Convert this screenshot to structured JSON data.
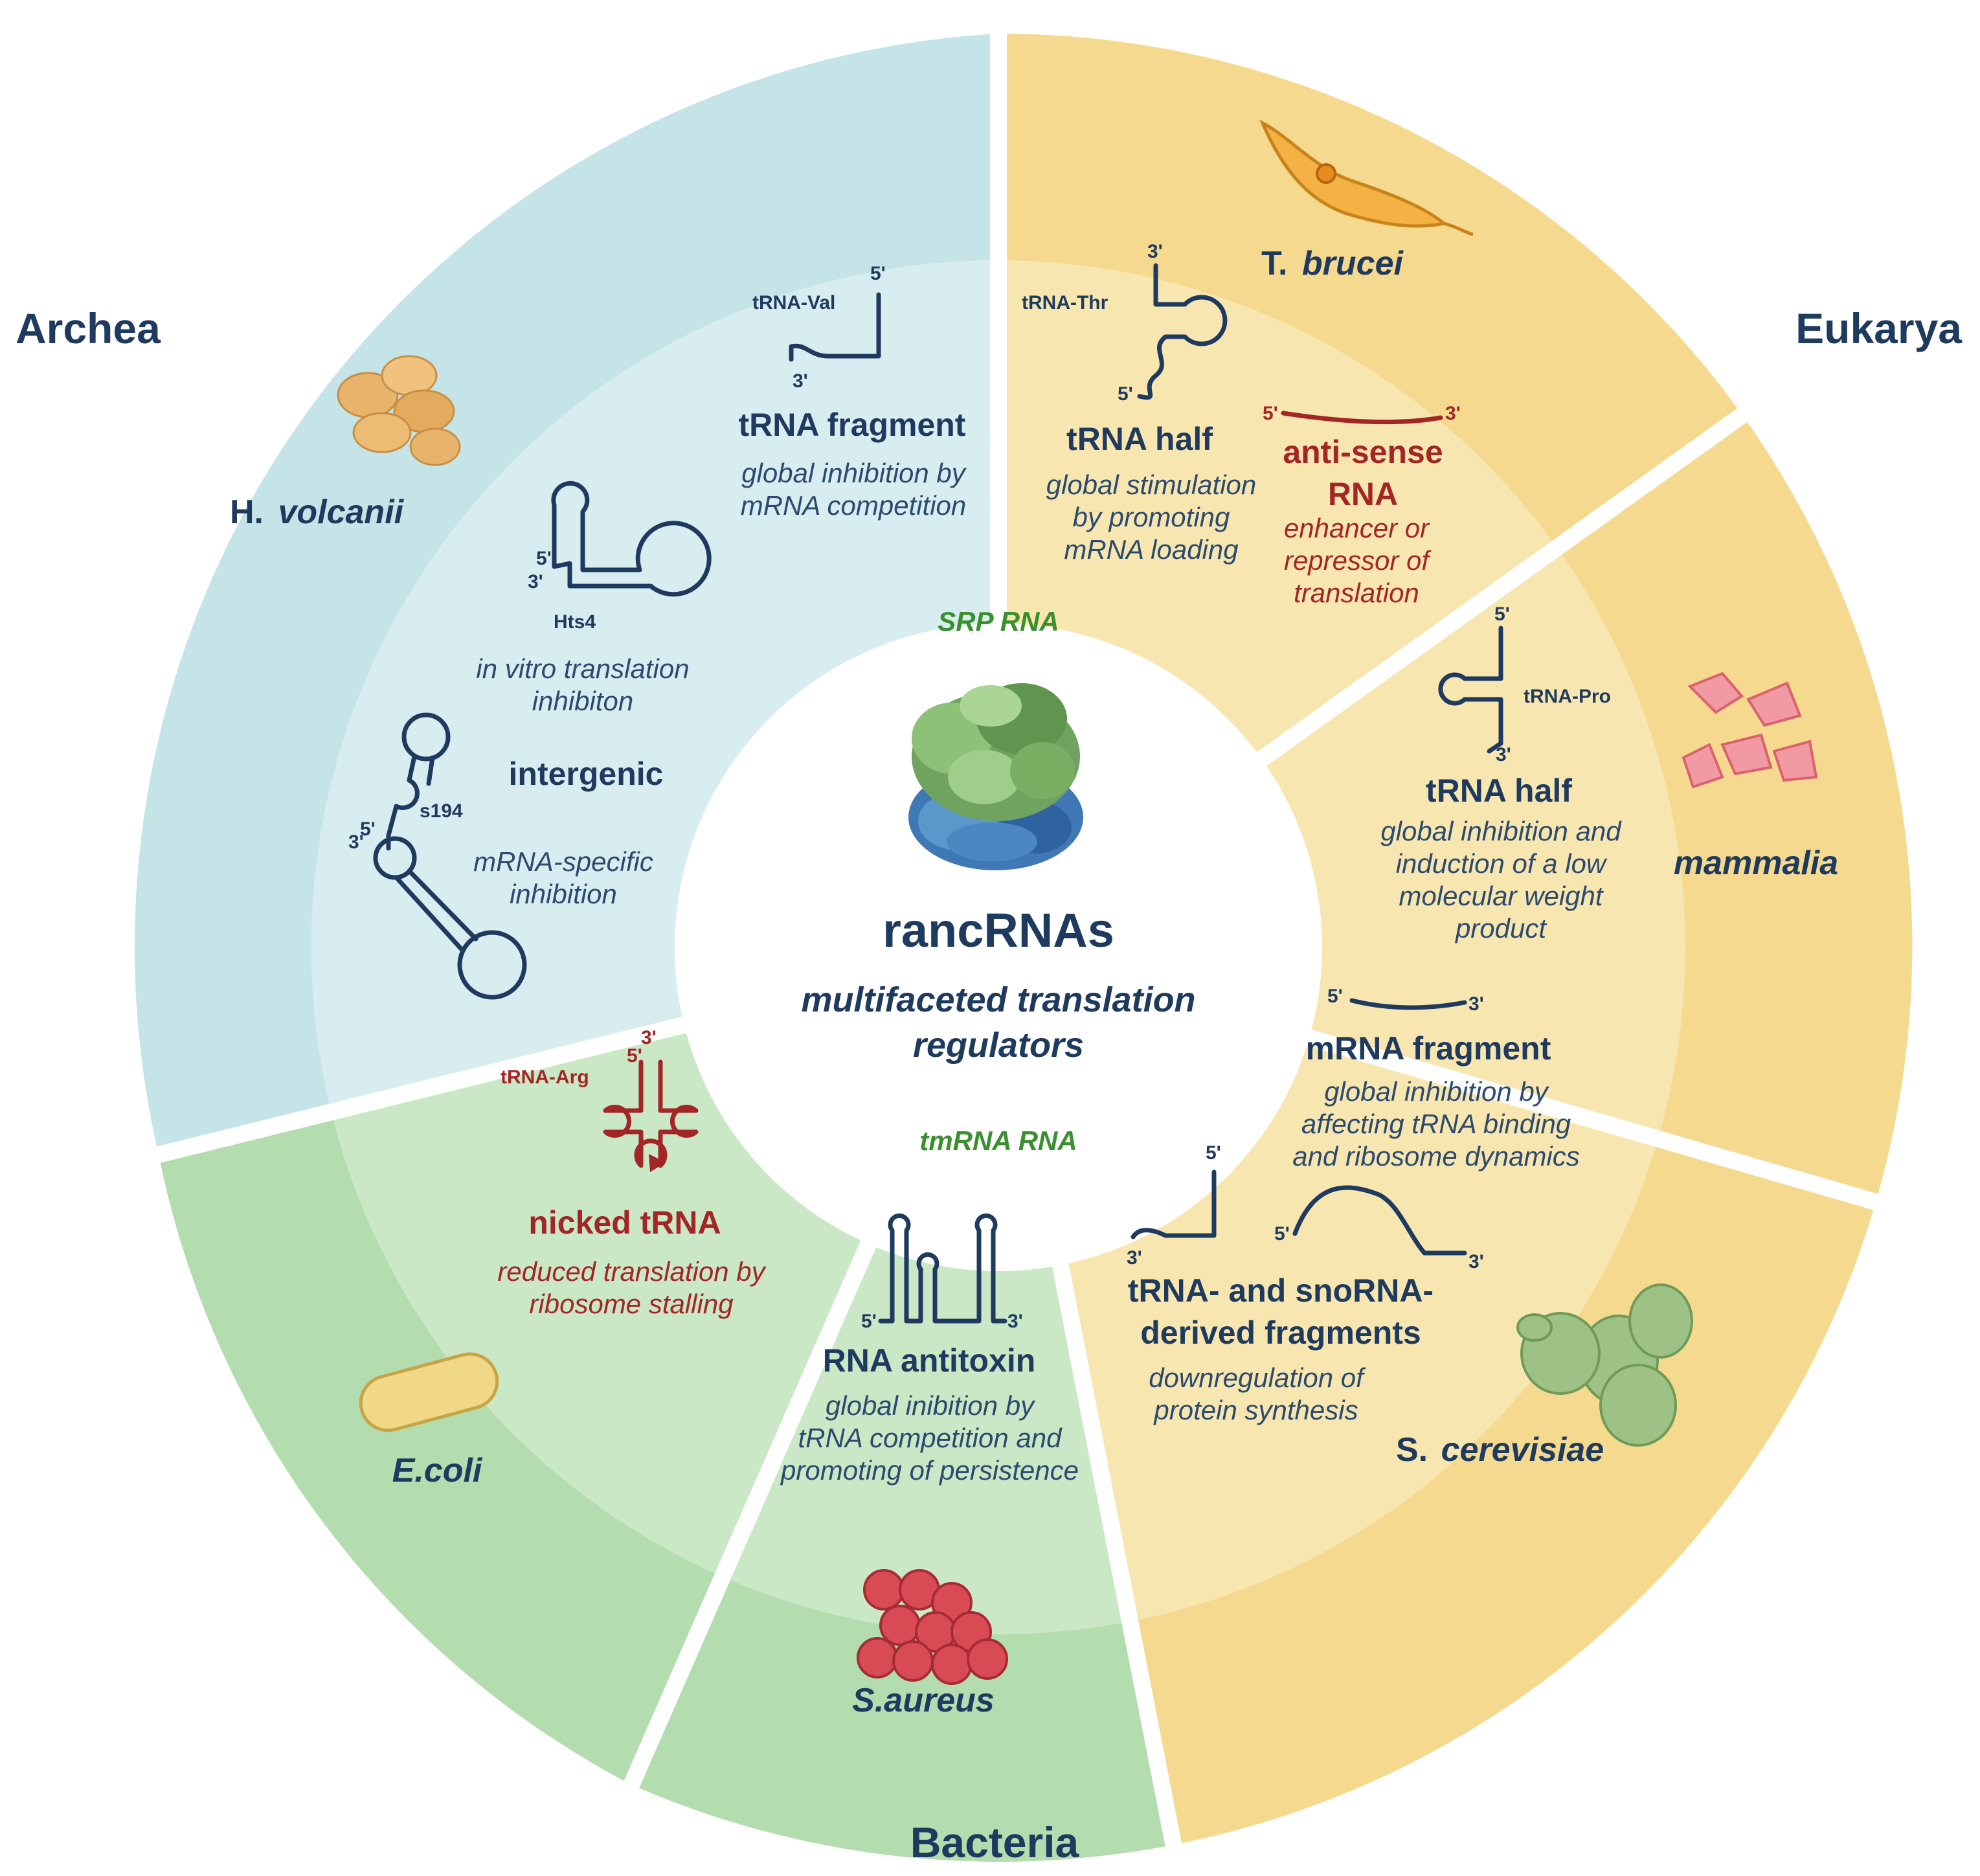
{
  "domains": {
    "archaea": "Archea",
    "eukarya": "Eukarya",
    "bacteria": "Bacteria"
  },
  "organisms": {
    "h_volcanii": {
      "prefix": "H.",
      "name": "volcanii"
    },
    "t_brucei": {
      "prefix": "T.",
      "name": "brucei"
    },
    "mammalia": "mammalia",
    "s_cerevisiae": {
      "prefix": "S.",
      "name": "cerevisiae"
    },
    "s_aureus": "S.aureus",
    "e_coli": "E.coli"
  },
  "center": {
    "title": "rancRNAs",
    "subtitle_line1": "multifaceted translation",
    "subtitle_line2": "regulators",
    "srp_rna": "SRP RNA",
    "tmrna_rna": "tmRNA RNA"
  },
  "items": {
    "trna_val": {
      "tag": "tRNA-Val",
      "five": "5'",
      "three": "3'",
      "heading": "tRNA fragment",
      "desc_line1": "global inhibition by",
      "desc_line2": "mRNA competition"
    },
    "hts4": {
      "tag": "Hts4",
      "five": "5'",
      "three": "3'",
      "desc_line1": "in vitro translation",
      "desc_line2": "inhibiton"
    },
    "s194": {
      "tag": "s194",
      "five": "5'",
      "three": "3'",
      "heading": "intergenic",
      "desc_line1": "mRNA-specific",
      "desc_line2": "inhibition"
    },
    "trna_thr": {
      "tag": "tRNA-Thr",
      "five": "5'",
      "three": "3'",
      "heading": "tRNA half",
      "desc_line1": "global  stimulation",
      "desc_line2": "by promoting",
      "desc_line3": "mRNA loading"
    },
    "antisense": {
      "five": "5'",
      "three": "3'",
      "heading_line1": "anti-sense",
      "heading_line2": "RNA",
      "desc_line1": "enhancer or",
      "desc_line2": "repressor of",
      "desc_line3": "translation"
    },
    "trna_pro": {
      "tag": "tRNA-Pro",
      "five": "5'",
      "three": "3'",
      "heading": "tRNA half",
      "desc_line1": "global inhibition and",
      "desc_line2": "induction of a low",
      "desc_line3": "molecular weight",
      "desc_line4": "product"
    },
    "mrna_fragment": {
      "five": "5'",
      "three": "3'",
      "heading": "mRNA fragment",
      "desc_line1": "global  inhibition  by",
      "desc_line2": "affecting tRNA binding",
      "desc_line3": "and ribosome dynamics"
    },
    "sno_fragments": {
      "five_a": "5'",
      "three_a": "3'",
      "five_b": "5'",
      "three_b": "3'",
      "heading_line1": "tRNA- and snoRNA-",
      "heading_line2": "derived fragments",
      "desc_line1": "downregulation of",
      "desc_line2": "protein synthesis"
    },
    "nicked_trna": {
      "tag": "tRNA-Arg",
      "five": "5'",
      "three": "3'",
      "heading": "nicked tRNA",
      "desc_line1": "reduced translation by",
      "desc_line2": "ribosome stalling"
    },
    "antitoxin": {
      "five": "5'",
      "three": "3'",
      "heading": "RNA antitoxin",
      "desc_line1": "global inibition by",
      "desc_line2": "tRNA competition and",
      "desc_line3": "promoting of persistence"
    }
  },
  "colors": {
    "archaea_outer": "#c5e4e8",
    "archaea_inner": "#d8edf0",
    "eukarya_outer": "#f5d98f",
    "eukarya_inner": "#f8e6b0",
    "bacteria_outer": "#b3dcaf",
    "bacteria_inner": "#cae7c6",
    "text_navy": "#1f3a5f",
    "text_red": "#a32626",
    "text_green": "#3a8f2e"
  }
}
